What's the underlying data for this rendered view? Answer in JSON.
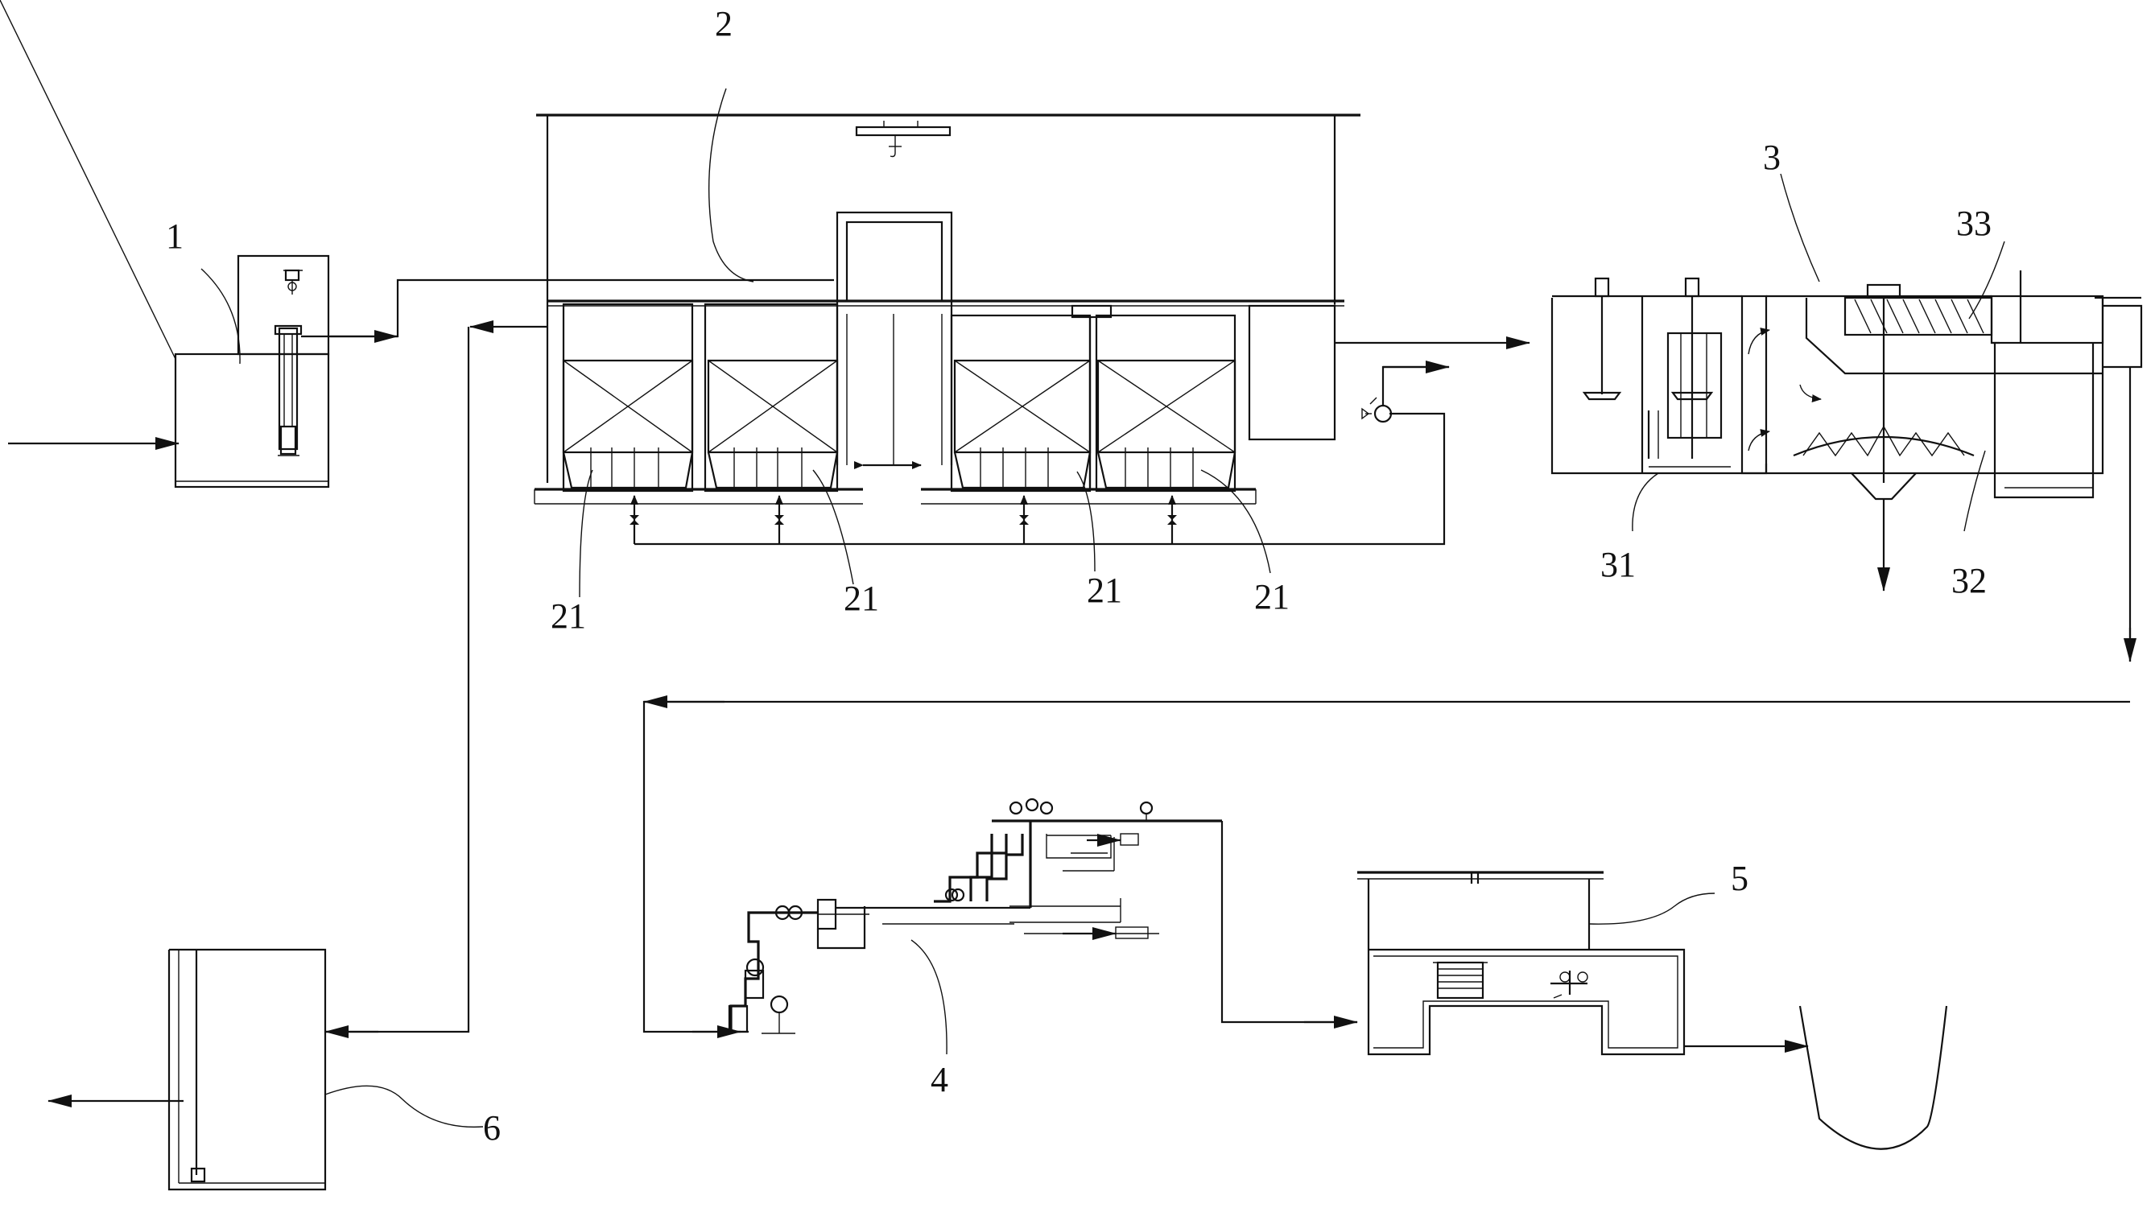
{
  "labels": {
    "unit_1": "1",
    "unit_2": "2",
    "unit_3": "3",
    "unit_4": "4",
    "unit_5": "5",
    "unit_6": "6",
    "sub_21": "21",
    "sub_31": "31",
    "sub_32": "32",
    "sub_33": "33"
  }
}
